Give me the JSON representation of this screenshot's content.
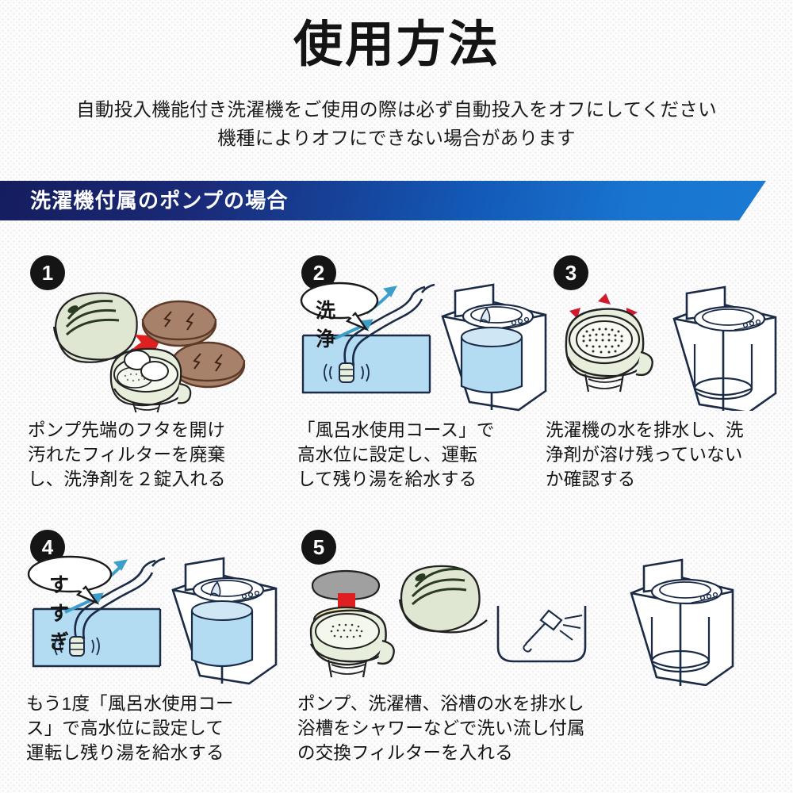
{
  "header": {
    "title": "使用方法",
    "subtitle_lines": [
      "自動投入機能付き洗濯機をご使用の際は必ず自動投入をオフにしてください",
      "機種によりオフにできない場合があります"
    ]
  },
  "banner": {
    "label": "洗濯機付属のポンプの場合",
    "gradient_start": "#151d5e",
    "gradient_end": "#1a7ad4",
    "text_color": "#ffffff"
  },
  "steps": [
    {
      "number": "1",
      "caption_lines": [
        "ポンプ先端のフタを開け",
        "汚れたフィルターを廃棄",
        "し、洗浄剤を２錠入れる"
      ],
      "illustration": "pump-cap-tablets"
    },
    {
      "number": "2",
      "caption_lines": [
        "「風呂水使用コース」で",
        "高水位に設定し、運転",
        "して残り湯を給水する"
      ],
      "illustration": "bathtub-pump-washer",
      "bubble_label": "洗浄"
    },
    {
      "number": "3",
      "caption_lines": [
        "洗濯機の水を排水し、洗",
        "浄剤が溶け残っていない",
        "か確認する"
      ],
      "illustration": "filter-check-washer"
    },
    {
      "number": "4",
      "caption_lines": [
        "もう1度「風呂水使用コー",
        "ス」で高水位に設定して",
        "運転し残り湯を給水する"
      ],
      "illustration": "bathtub-pump-washer",
      "bubble_label": "すすぎ"
    },
    {
      "number": "5",
      "caption_lines": [
        "ポンプ、洗濯槽、浴槽の水を排水し",
        "浴槽をシャワーなどで洗い流し付属",
        "の交換フィルターを入れる"
      ],
      "illustration": "new-filter-shower-washer"
    }
  ],
  "colors": {
    "background": "#fcfcfc",
    "water": "#b3dcf2",
    "tablet_brown": "#a8816a",
    "cap_green": "#dfe7d2",
    "arrow_red": "#e02020",
    "arrow_blue": "#3d9fc9",
    "badge": "#151515",
    "filter_gray": "#a0a0a0"
  }
}
